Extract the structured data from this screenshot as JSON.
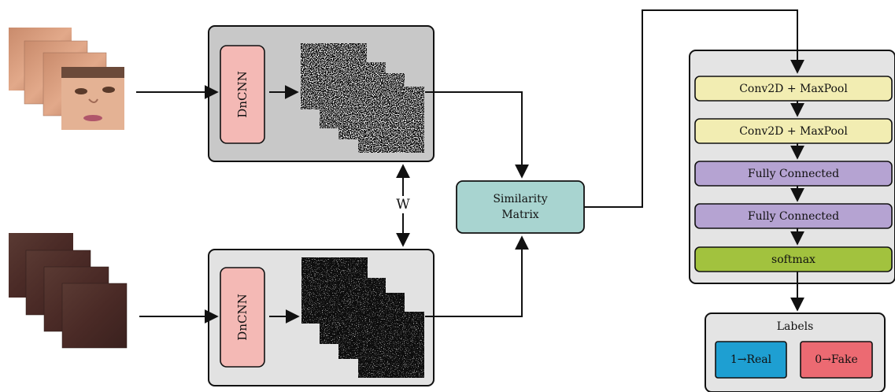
{
  "colors": {
    "panel_top": "#c8c8c8",
    "panel_bottom": "#e2e2e2",
    "dncnn_fill": "#f4b9b5",
    "similarity_fill": "#a8d4d0",
    "conv_fill": "#f2edb2",
    "fc_fill": "#b5a3d2",
    "softmax_fill": "#a2c23e",
    "real_fill": "#1e9fd2",
    "fake_fill": "#ec6a72",
    "classifier_panel": "#e4e4e4",
    "labels_panel": "#e4e4e4",
    "line": "#111111"
  },
  "top_branch": {
    "dncnn_label": "DnCNN"
  },
  "bottom_branch": {
    "dncnn_label": "DnCNN"
  },
  "shared_weights_label": "W",
  "similarity": {
    "line1": "Similarity",
    "line2": "Matrix"
  },
  "classifier": {
    "layers": [
      {
        "label": "Conv2D + MaxPool",
        "kind": "conv"
      },
      {
        "label": "Conv2D + MaxPool",
        "kind": "conv"
      },
      {
        "label": "Fully Connected",
        "kind": "fc"
      },
      {
        "label": "Fully Connected",
        "kind": "fc"
      },
      {
        "label": "softmax",
        "kind": "softmax"
      }
    ]
  },
  "labels_box": {
    "title": "Labels",
    "real": "1→Real",
    "fake": "0→Fake"
  }
}
